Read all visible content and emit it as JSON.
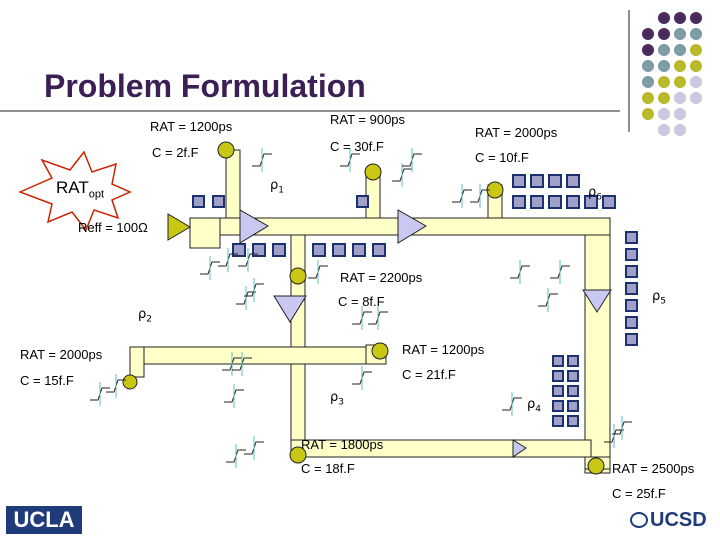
{
  "title": "Problem Formulation",
  "colors": {
    "title": "#3b1f55",
    "wire_fill": "#ffffc8",
    "buffer_fill": "#c8c8f0",
    "sink_fill": "#c8c814",
    "cell_fill": "#a0a0c8",
    "cell_border": "#1c3270",
    "palette_purple": "#4b2a5e",
    "palette_teal": "#7f9ba5",
    "palette_olive": "#b9b827",
    "palette_lavender": "#cbc8df"
  },
  "source": {
    "label_main": "RAT",
    "label_sub": "opt",
    "resistance": "Reff = 100Ω"
  },
  "sinks": [
    {
      "id": "s1",
      "rat": "RAT = 1200ps",
      "cap": "C = 2f.F"
    },
    {
      "id": "s2",
      "rat": "RAT = 900ps",
      "cap": "C = 30f.F"
    },
    {
      "id": "s3",
      "rat": "RAT = 2000ps",
      "cap": "C = 10f.F"
    },
    {
      "id": "s4",
      "rat": "RAT = 2200ps",
      "cap": "C = 8f.F"
    },
    {
      "id": "s5",
      "rat": "RAT = 2000ps",
      "cap": "C = 15f.F"
    },
    {
      "id": "s6",
      "rat": "RAT = 1200ps",
      "cap": "C = 21f.F"
    },
    {
      "id": "s7",
      "rat": "RAT = 1800ps",
      "cap": "C = 18f.F"
    },
    {
      "id": "s8",
      "rat": "RAT = 2500ps",
      "cap": "C = 25f.F"
    }
  ],
  "regions": [
    {
      "letter": "ρ",
      "sub": "1"
    },
    {
      "letter": "ρ",
      "sub": "2"
    },
    {
      "letter": "ρ",
      "sub": "3"
    },
    {
      "letter": "ρ",
      "sub": "4"
    },
    {
      "letter": "ρ",
      "sub": "5"
    },
    {
      "letter": "ρ",
      "sub": "6"
    }
  ],
  "logos": {
    "left": "UCLA",
    "right": "UCSD"
  }
}
